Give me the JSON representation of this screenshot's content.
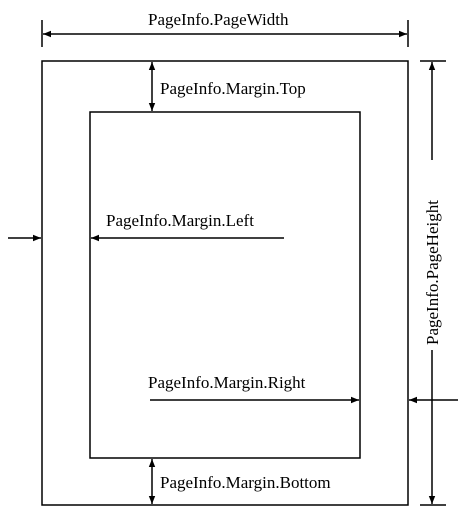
{
  "labels": {
    "page_width": "PageInfo.PageWidth",
    "page_height": "PageInfo.PageHeight",
    "margin_top": "PageInfo.Margin.Top",
    "margin_left": "PageInfo.Margin.Left",
    "margin_right": "PageInfo.Margin.Right",
    "margin_bottom": "PageInfo.Margin.Bottom"
  }
}
